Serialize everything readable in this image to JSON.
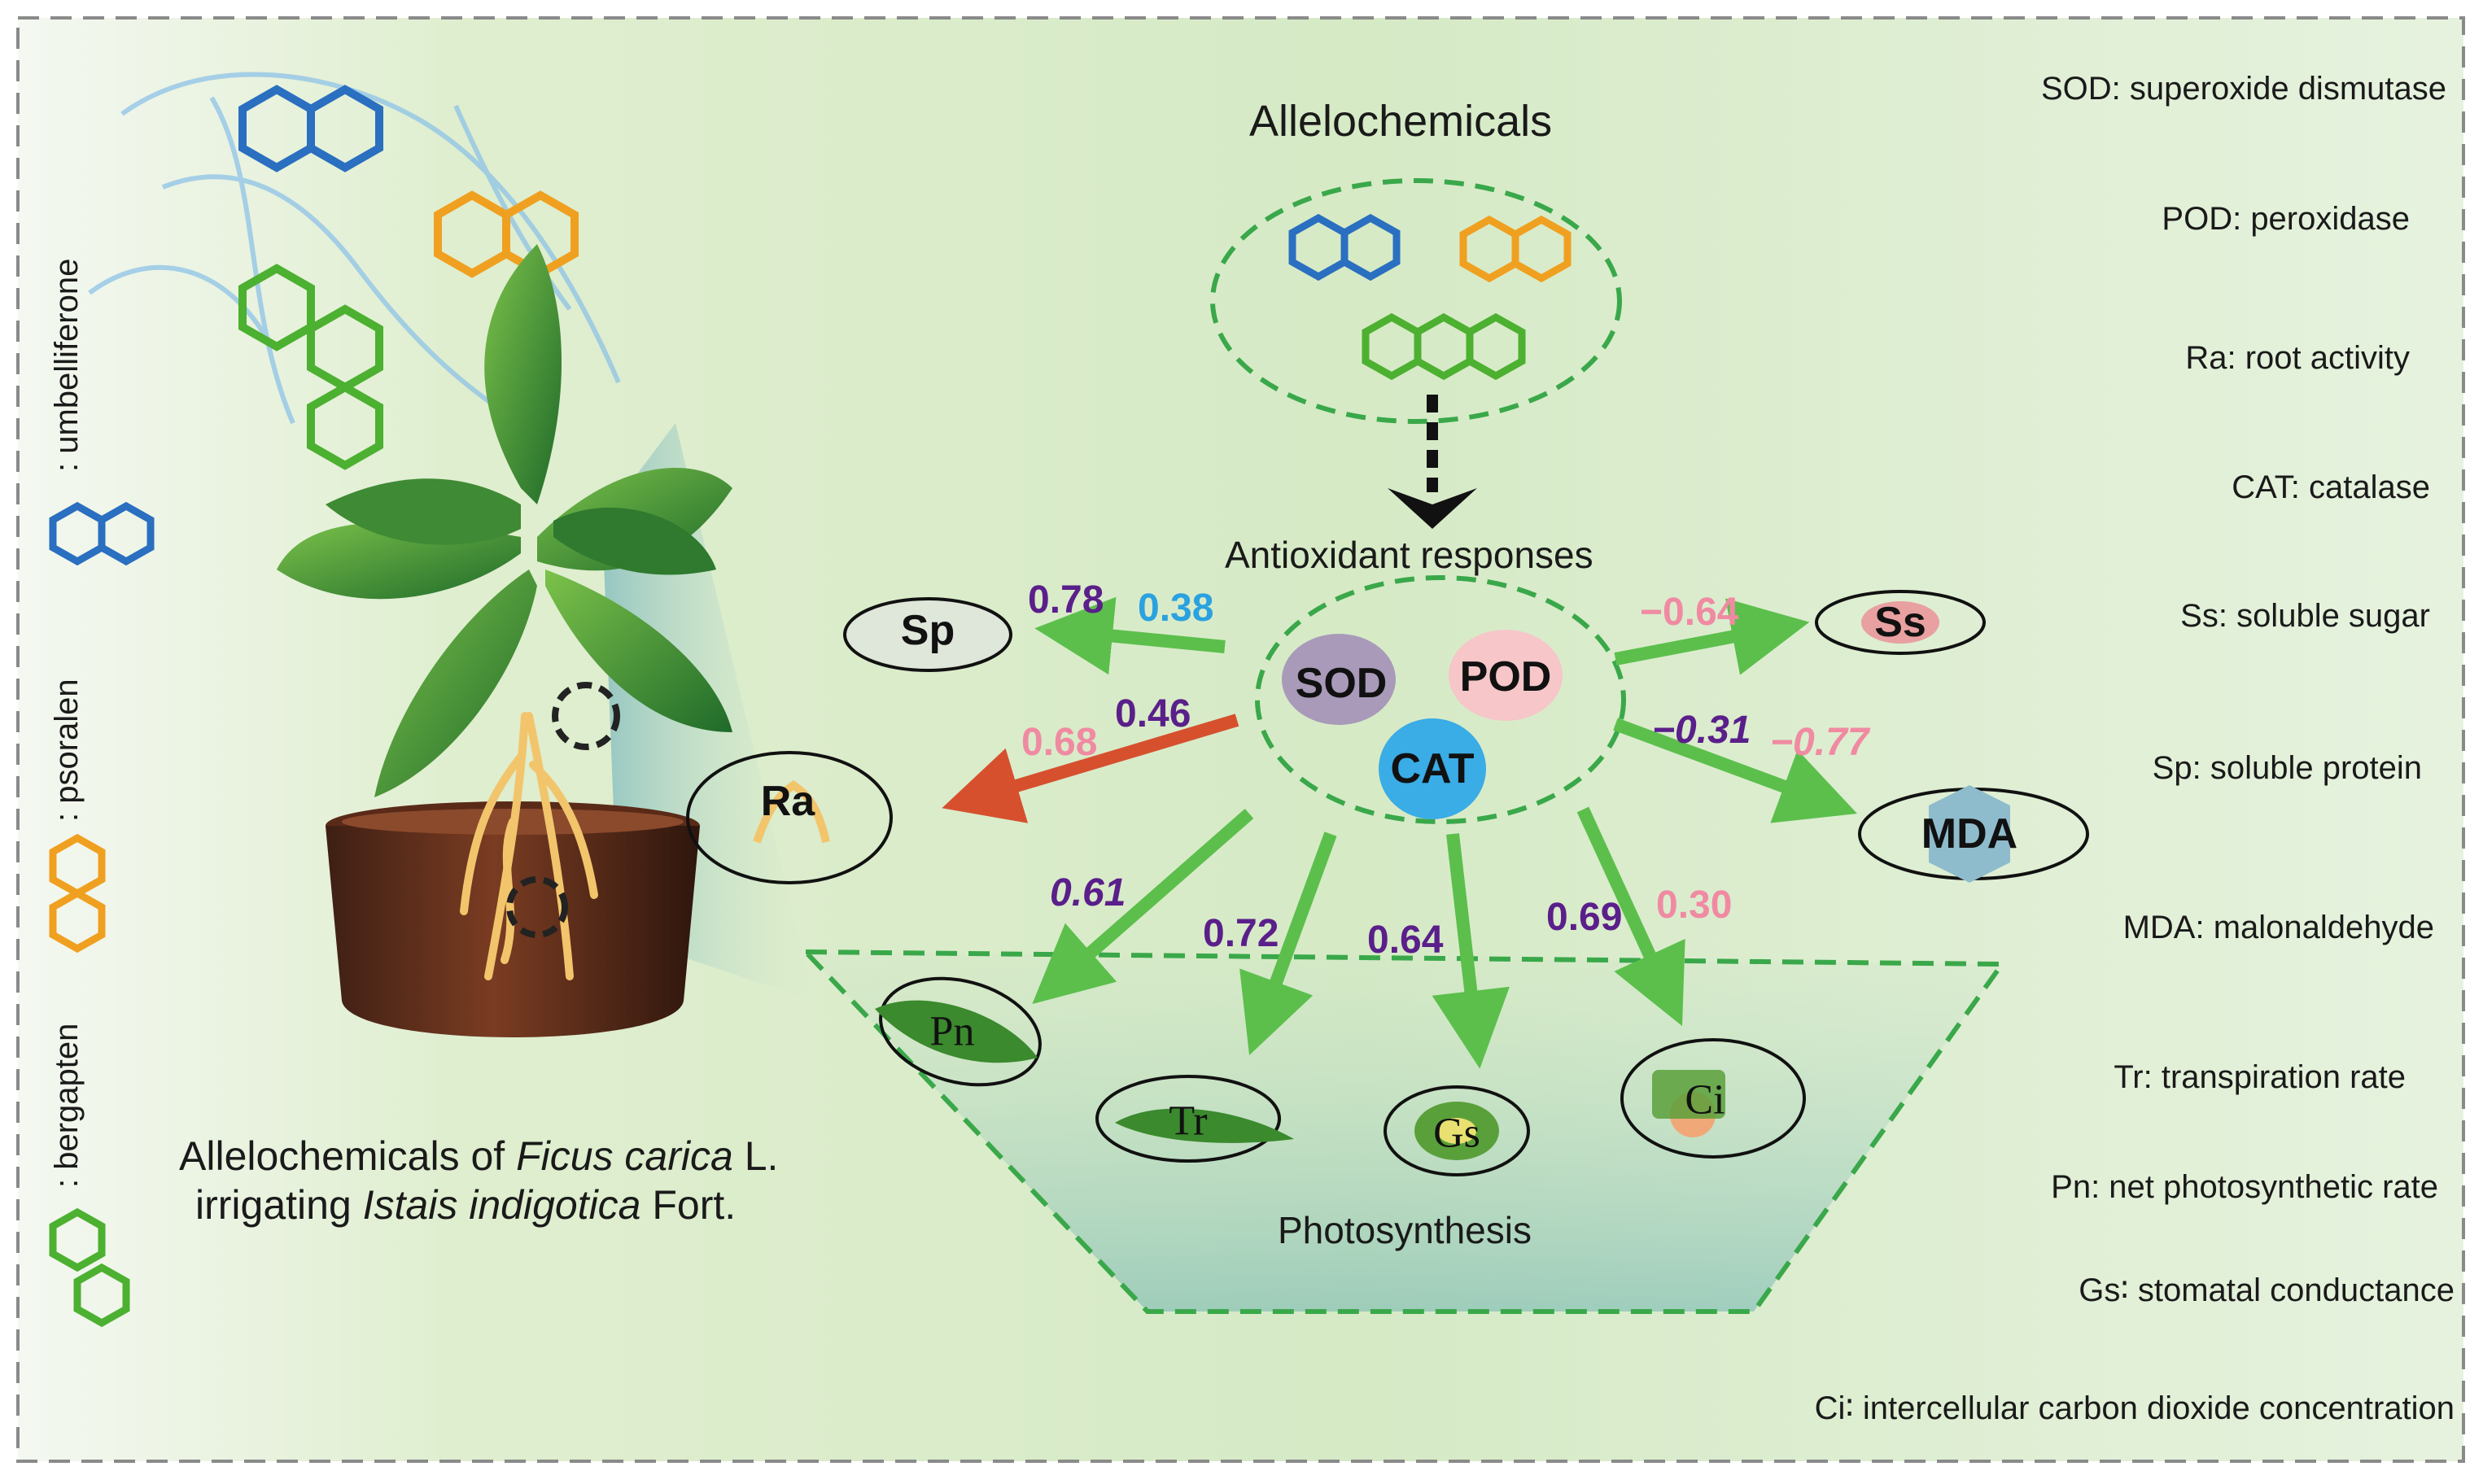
{
  "diagram": {
    "title": "Allelochemicals",
    "subtitle": "Antioxidant responses",
    "bottom_label": "Photosynthesis",
    "caption": {
      "line1_prefix": "Allelochemicals of ",
      "line1_species": "Ficus carica",
      "line1_suffix": " L.",
      "line2_prefix": "irrigating ",
      "line2_species": "Istais indigotica",
      "line2_suffix": " Fort."
    },
    "compound_labels": [
      {
        "label": ": umbelliferone",
        "color": "#2a6fc0"
      },
      {
        "label": ": psoralen",
        "color": "#f0a020"
      },
      {
        "label": ": bergapten",
        "color": "#4cb030"
      }
    ],
    "central_nodes": [
      {
        "label": "SOD",
        "color": "#a89ab8"
      },
      {
        "label": "POD",
        "color": "#f6c6c8"
      },
      {
        "label": "CAT",
        "color": "#3aace6"
      }
    ],
    "target_nodes": [
      "Sp",
      "Ra",
      "Ss",
      "MDA",
      "Pn",
      "Tr",
      "Gs",
      "Ci"
    ],
    "coefficients": {
      "sp_a": "0.78",
      "sp_b": "0.38",
      "ra_a": "0.68",
      "ra_b": "0.46",
      "ss_a": "−0.64",
      "mda_a": "−0.31",
      "mda_b": "−0.77",
      "pn": "0.61",
      "tr": "0.72",
      "gs": "0.64",
      "ci_a": "0.69",
      "ci_b": "0.30"
    },
    "colors": {
      "arrow_green": "#5cbf4c",
      "arrow_red": "#d6502e",
      "dash_green": "#3aa84a",
      "purple": "#5a1f8a",
      "pink": "#f08aa2",
      "blue": "#2aa2e0"
    }
  },
  "legend": [
    "SOD: superoxide dismutase",
    "POD: peroxidase",
    "Ra: root activity",
    "CAT: catalase",
    "Ss: soluble sugar",
    "Sp: soluble protein",
    "MDA: malonaldehyde",
    "Tr:  transpiration rate",
    "Pn: net photosynthetic rate",
    "Gs∶  stomatal conductance",
    "Ci∶  intercellular carbon dioxide concentration"
  ]
}
